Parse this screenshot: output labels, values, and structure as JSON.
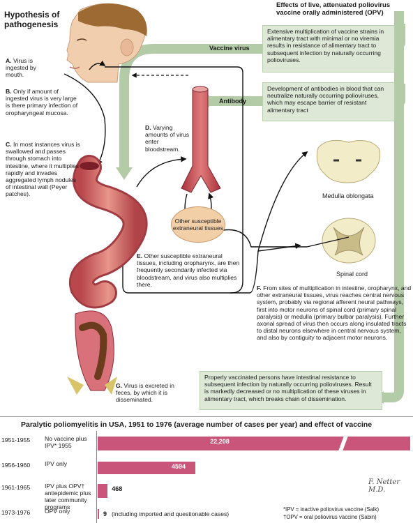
{
  "header": {
    "title": "Hypothesis of pathogenesis",
    "opv_header": "Effects of live, attenuated poliovirus vaccine orally administered (OPV)"
  },
  "steps": {
    "a_letter": "A.",
    "a_text": "Virus is ingested by mouth.",
    "b_letter": "B.",
    "b_text": "Only if amount of ingested virus is very large is there primary infection of oropharyngeal mucosa.",
    "c_letter": "C.",
    "c_text": "In most instances virus is swallowed and passes through stomach into intestine, where it multiplies rapidly and invades aggregated lymph nodules of intestinal wall (Peyer patches).",
    "d_letter": "D.",
    "d_text": "Varying amounts of virus enter bloodstream.",
    "e_letter": "E.",
    "e_text": "Other susceptible extraneural tissues, including oropharynx, are then frequently secondarily infected via bloodstream, and virus also multiplies there.",
    "f_letter": "F.",
    "f_text": "From sites of multiplication in intestine, oropharynx, and other extraneural tissues, virus reaches central nervous system, probably via regional afferent neural pathways, first into motor neurons of spinal cord (primary spinal paralysis) or medulla (primary bulbar paralysis). Further axonal spread of virus then occurs along insulated tracts to distal neurons elsewhere in central nervous system, and also by contiguity to adjacent motor neurons.",
    "g_letter": "G.",
    "g_text": "Virus is excreted in feces, by which it is disseminated."
  },
  "vaccine_boxes": {
    "box1": "Extensive multiplication of vaccine strains in alimentary tract with minimal or no viremia results in resistance of alimentary tract to subsequent infection by naturally occurring polioviruses.",
    "box2": "Development of antibodies in blood that can neutralize naturally occurring polioviruses, which may escape barrier of resistant alimentary tract",
    "box3": "Properly vaccinated persons have intestinal resistance to subsequent infection by naturally occurring polioviruses. Result is markedly decreased or no multiplication of these viruses in alimentary tract, which breaks chain of dissemination.",
    "tag_vaccine_virus": "Vaccine virus",
    "tag_antibody": "Antibody"
  },
  "labels": {
    "other_tissues": "Other susceptible extraneural tissues",
    "medulla": "Medulla oblongata",
    "spinal_cord": "Spinal cord",
    "signature": "F. Netter M.D."
  },
  "chart_data": {
    "type": "bar",
    "title": "Paralytic poliomyelitis in USA, 1951 to 1976 (average number of cases per year) and effect of vaccine",
    "categories": [
      "1951-1955",
      "1956-1960",
      "1961-1965",
      "1973-1976"
    ],
    "descriptions": [
      "No vaccine plus IPV* 1955",
      "IPV only",
      "IPV plus OPV† antiepidemic plus later community programs",
      "OPV only"
    ],
    "values": [
      22208,
      4594,
      468,
      9
    ],
    "value_labels": [
      "22,208",
      "4594",
      "468",
      "9"
    ],
    "value_notes": [
      "",
      "",
      "",
      "(including imported and questionable cases)"
    ],
    "axis_break": true,
    "orientation": "horizontal",
    "bar_color": "#c9567a"
  },
  "footnotes": {
    "ipv": "*IPV = inactive poliovirus vaccine (Salk)",
    "opv": "†OPV = oral poliovirus vaccine (Sabin)"
  }
}
